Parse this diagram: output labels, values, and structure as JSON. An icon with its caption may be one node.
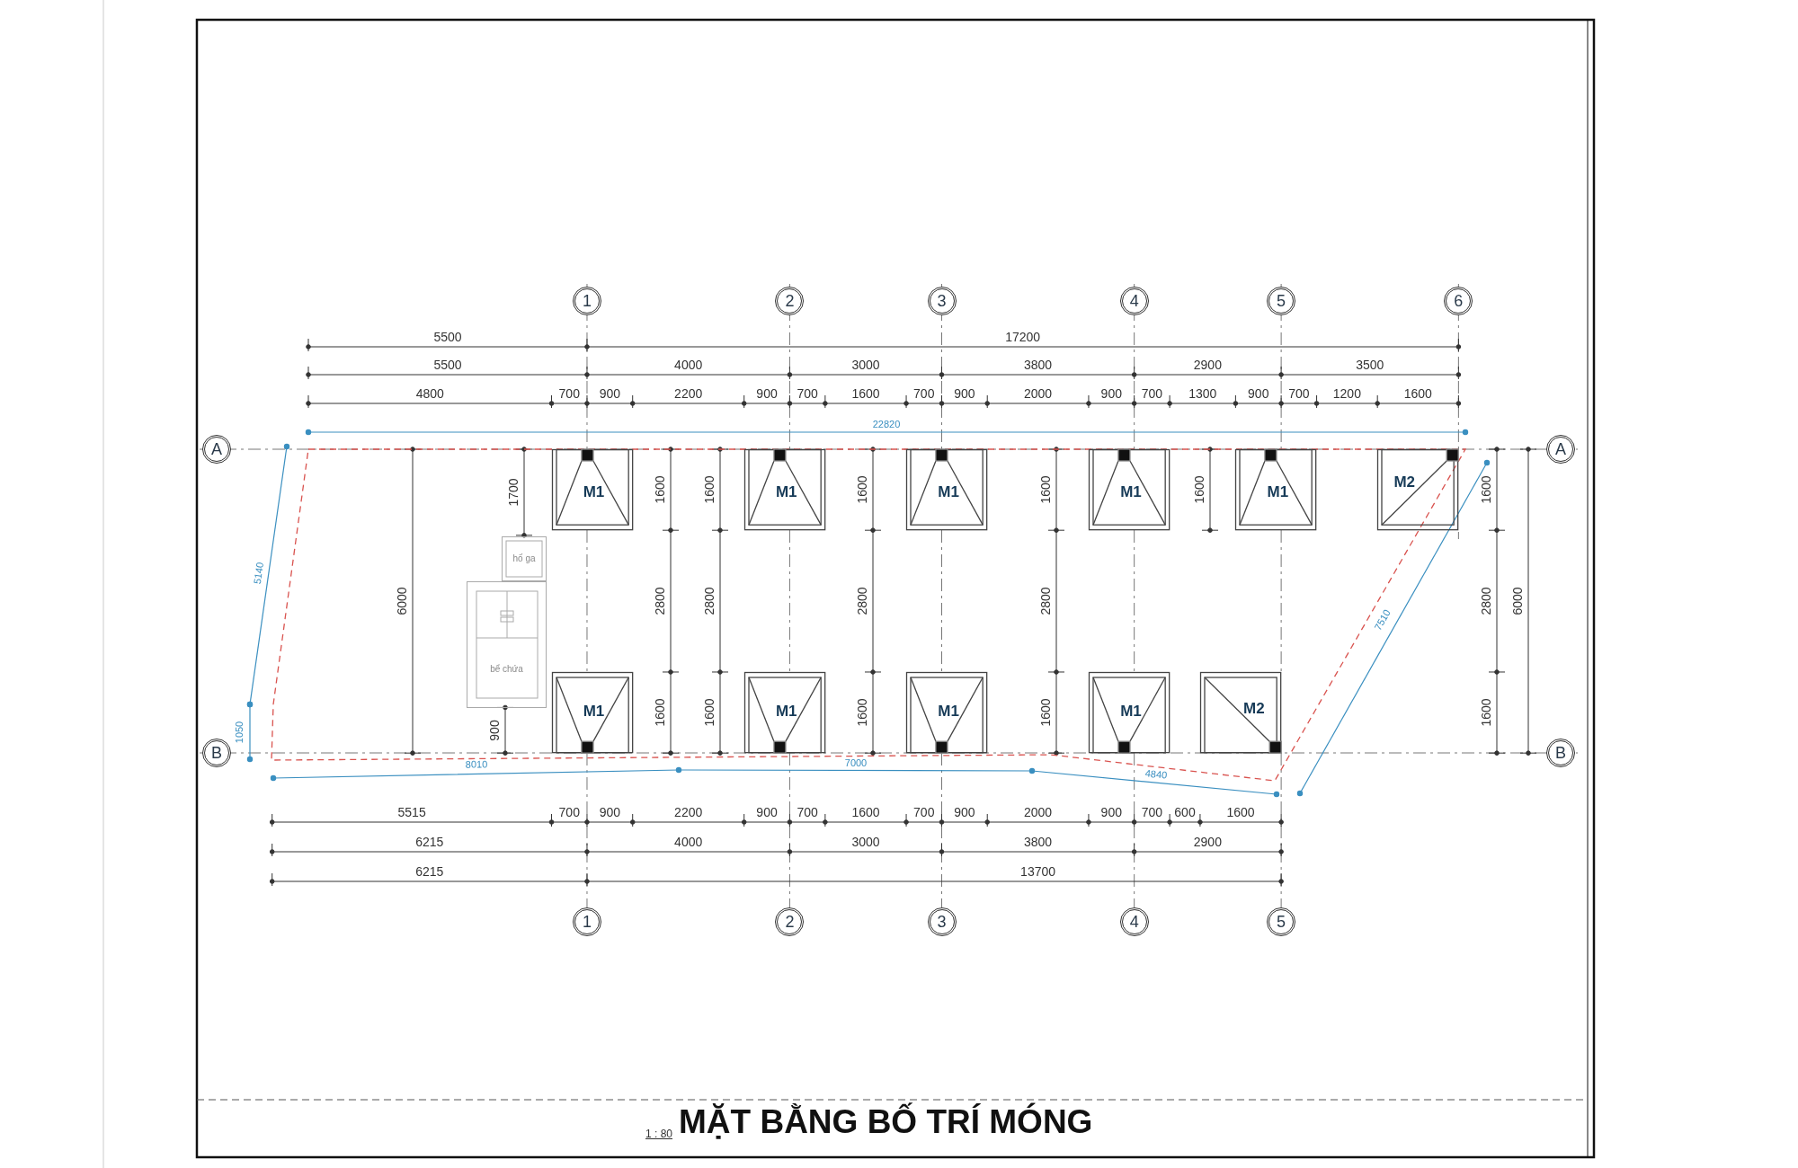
{
  "diagram": {
    "title": "MẶT BẰNG BỐ TRÍ MÓNG",
    "nodes": [
      {
        "text": [
          "1"
        ]
      },
      {
        "text": [
          "2"
        ]
      },
      {
        "text": [
          "3"
        ]
      },
      {
        "text": [
          "4"
        ]
      },
      {
        "text": [
          "5"
        ]
      },
      {
        "text": [
          "6"
        ]
      },
      {
        "text": [
          "A"
        ]
      },
      {
        "text": [
          "A"
        ]
      },
      {
        "text": [
          "M1"
        ]
      },
      {
        "text": [
          "M1"
        ]
      },
      {
        "text": [
          "M1"
        ]
      },
      {
        "text": [
          "M1"
        ]
      },
      {
        "text": [
          "M1"
        ]
      },
      {
        "text": [
          "M2"
        ]
      },
      {
        "text": [
          "hố ga"
        ]
      },
      {
        "text": [
          "bể chứa"
        ]
      },
      {
        "text": [
          "M1"
        ]
      },
      {
        "text": [
          "M1"
        ]
      },
      {
        "text": [
          "M1"
        ]
      },
      {
        "text": [
          "M1"
        ]
      },
      {
        "text": [
          "M2"
        ]
      },
      {
        "text": [
          "B"
        ]
      },
      {
        "text": [
          "B"
        ]
      },
      {
        "text": [
          "1"
        ]
      },
      {
        "text": [
          "2"
        ]
      },
      {
        "text": [
          "3"
        ]
      },
      {
        "text": [
          "4"
        ]
      },
      {
        "text": [
          "5"
        ]
      }
    ],
    "labels": [
      "5500",
      "17200",
      "5500",
      "4000",
      "3000",
      "3800",
      "2900",
      "3500",
      "4800",
      "700",
      "900",
      "2200",
      "900",
      "700",
      "1600",
      "700",
      "900",
      "2000",
      "900",
      "700",
      "1300",
      "900",
      "700",
      "1200",
      "1600",
      "22820",
      "1700",
      "1600",
      "1600",
      "1600",
      "1600",
      "1600",
      "1600",
      "5140",
      "6000",
      "2800",
      "2800",
      "2800",
      "2800",
      "7510",
      "2800",
      "6000",
      "1050",
      "900",
      "1600",
      "1600",
      "1600",
      "1600",
      "1600",
      "8010",
      "7000",
      "4840",
      "5515",
      "700",
      "900",
      "2200",
      "900",
      "700",
      "1600",
      "700",
      "900",
      "2000",
      "900",
      "700",
      "600",
      "1600",
      "6215",
      "4000",
      "3000",
      "3800",
      "2900",
      "6215",
      "13700",
      "1 : 80"
    ]
  }
}
